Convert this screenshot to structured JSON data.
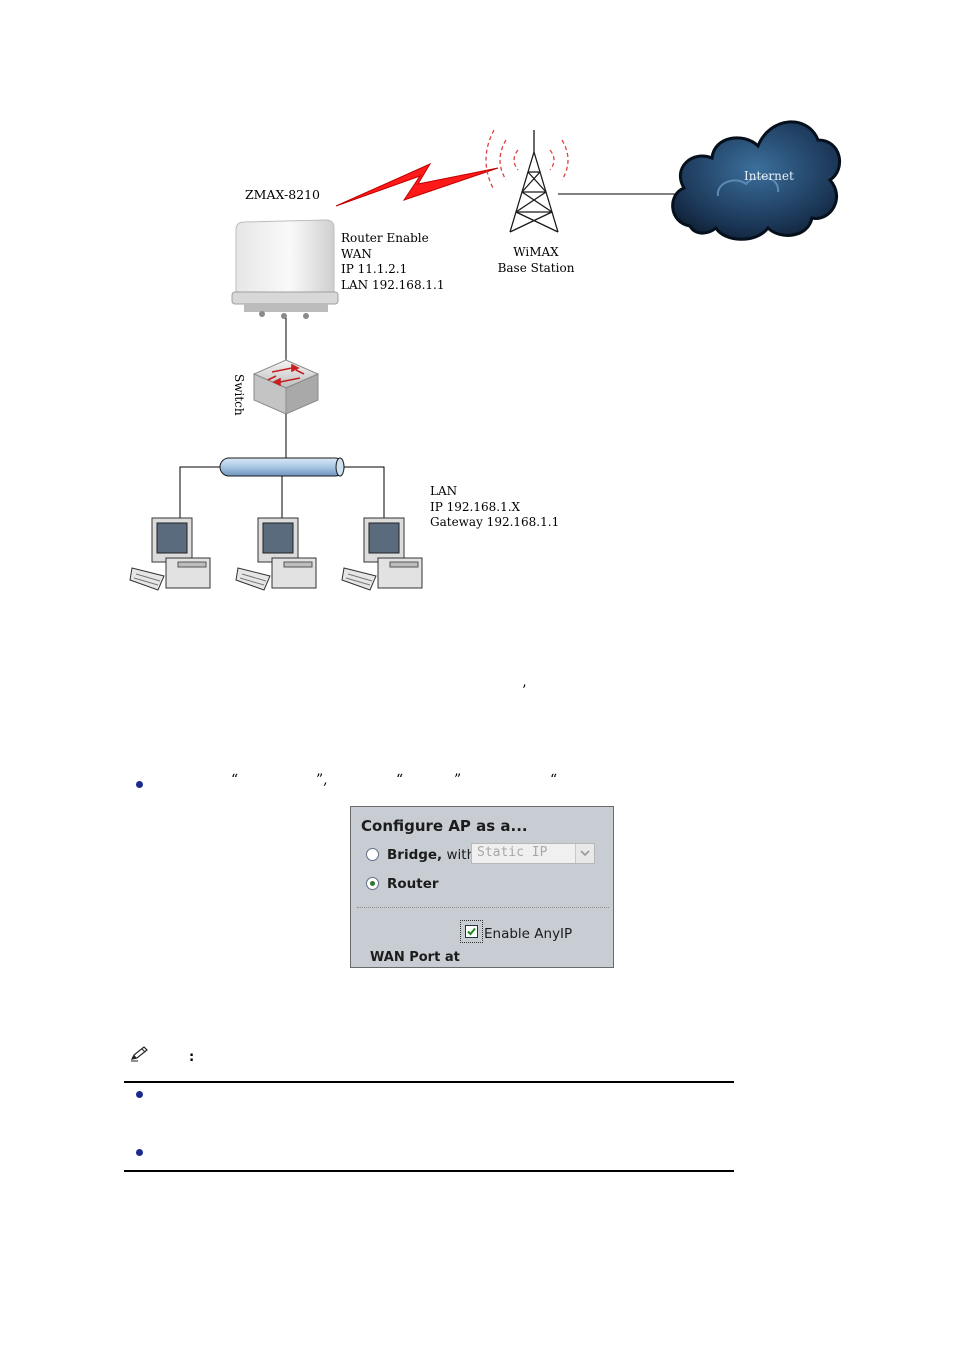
{
  "diagram": {
    "device_name": "ZMAX-8210",
    "device_config": [
      "Router Enable",
      "WAN",
      "IP 11.1.2.1",
      "LAN 192.168.1.1"
    ],
    "base_station": [
      "WiMAX",
      "Base Station"
    ],
    "cloud_label": "Internet",
    "switch_label": "Switch",
    "lan_config": [
      "LAN",
      "IP 192.168.1.X",
      "Gateway 192.168.1.1"
    ]
  },
  "text_fragments": {
    "apostrophe": "’",
    "quote_open_1": "“",
    "quote_close_1": "”,",
    "quote_open_2": "“",
    "quote_close_2": "”",
    "quote_open_3": "“",
    "note_colon": ":"
  },
  "panel": {
    "title": "Configure AP as a...",
    "bridge_label": "Bridge,",
    "bridge_with": " with",
    "select_value": "Static IP",
    "router_label": "Router",
    "selected_mode": "Router",
    "anyip_label": "Enable AnyIP",
    "anyip_checked": true,
    "wan_port_label": "WAN Port at"
  },
  "colors": {
    "bolt": "#ff1a1a",
    "bus": "#a8c6e4",
    "cloud": "#1e3a5c",
    "bullet": "#1b2a8c"
  },
  "icons": [
    "pencil-icon",
    "radio-empty-icon",
    "radio-selected-icon",
    "checkbox-checked-icon",
    "chevron-down-icon"
  ]
}
